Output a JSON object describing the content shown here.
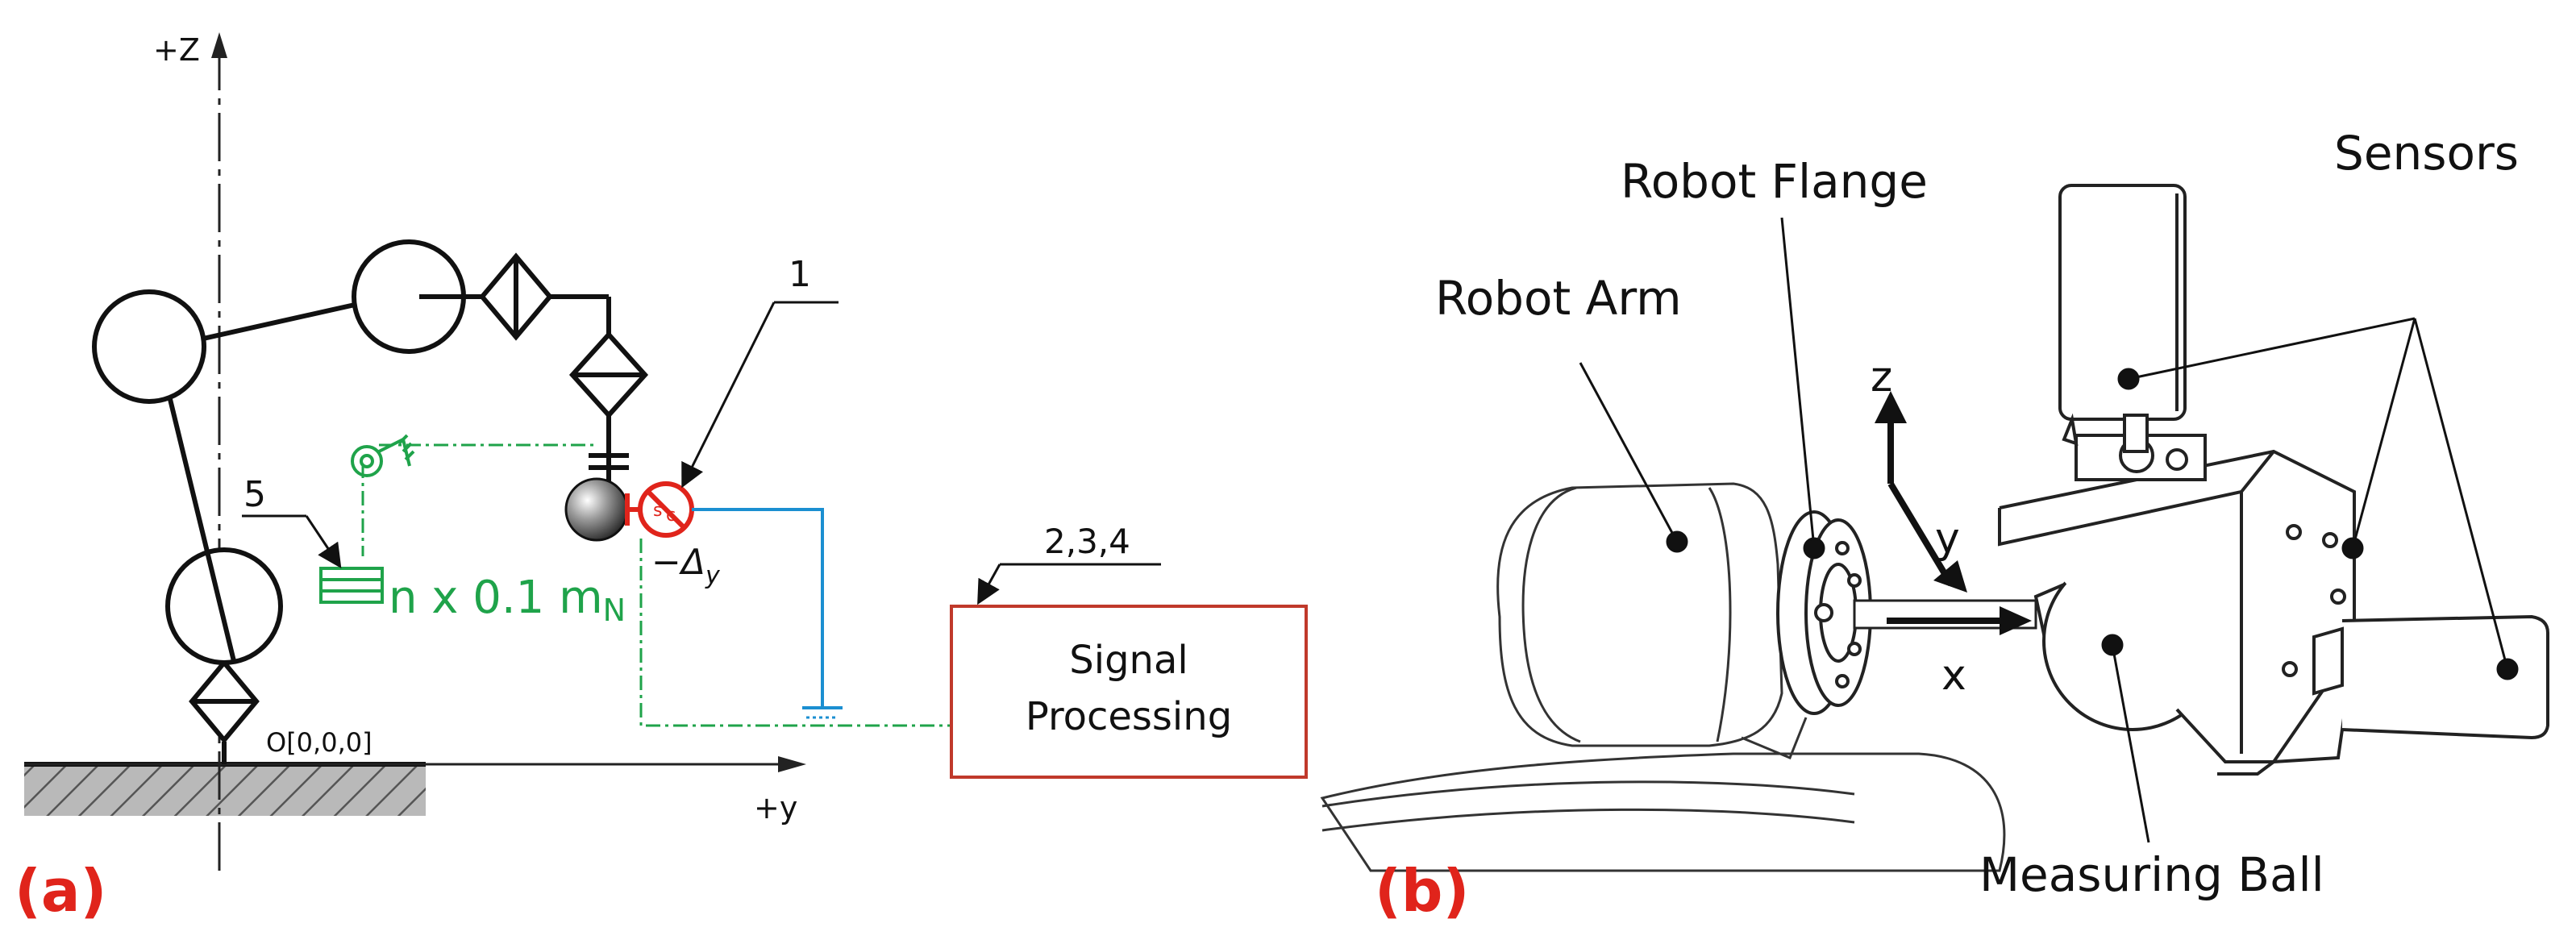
{
  "panel_a": {
    "panel_label": "(a)",
    "axis_z": "+Z",
    "axis_y": "+y",
    "origin": "O[0,0,0]",
    "callout_1": "1",
    "callout_5": "5",
    "callout_234": "2,3,4",
    "mass_text_main": "n x 0.1 m",
    "mass_text_sub": "N",
    "delta_main": "−Δ",
    "delta_sub": "y",
    "signal_line1": "Signal",
    "signal_line2": "Processing"
  },
  "panel_b": {
    "panel_label": "(b)",
    "robot_arm": "Robot Arm",
    "robot_flange": "Robot Flange",
    "sensors": "Sensors",
    "measuring_ball": "Measuring Ball",
    "axis_z": "z",
    "axis_y": "y",
    "axis_x": "x"
  },
  "colors": {
    "green": "#1fa34a",
    "red": "#e0241b",
    "blue": "#1b8fd1",
    "hatch": "#9a9a9a"
  }
}
